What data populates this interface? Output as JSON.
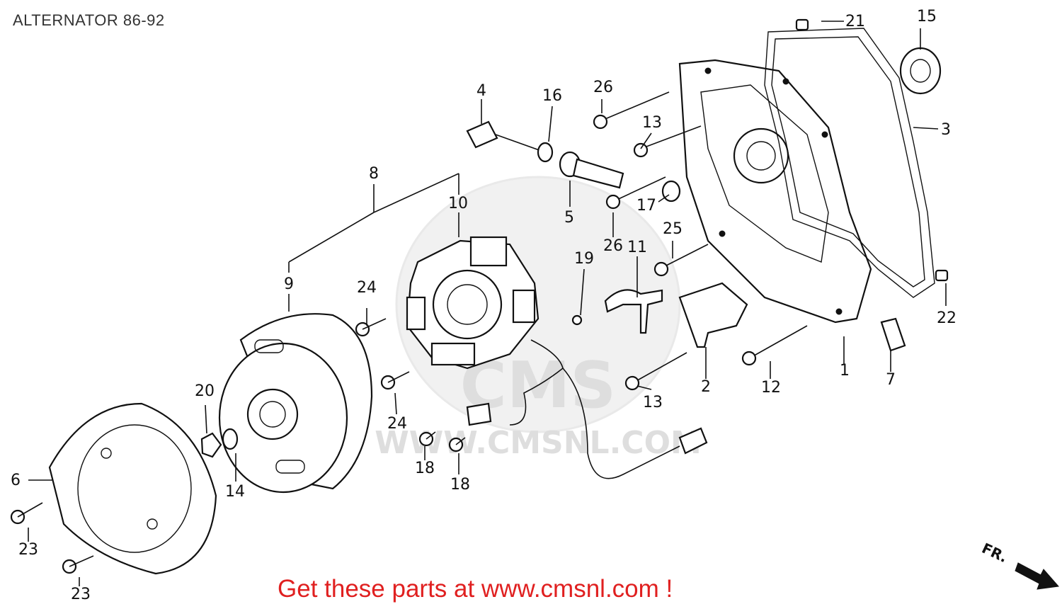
{
  "title": "ALTERNATOR 86-92",
  "footer": "Get these parts at www.cmsnl.com !",
  "watermark": {
    "brand": "CMS",
    "url": "WWW.CMSNL.COM"
  },
  "direction_label": "FR.",
  "callouts": [
    "1",
    "2",
    "3",
    "4",
    "5",
    "6",
    "7",
    "8",
    "9",
    "10",
    "11",
    "12",
    "13",
    "13",
    "14",
    "15",
    "16",
    "17",
    "18",
    "18",
    "19",
    "20",
    "21",
    "22",
    "23",
    "23",
    "24",
    "24",
    "25",
    "26",
    "26"
  ]
}
